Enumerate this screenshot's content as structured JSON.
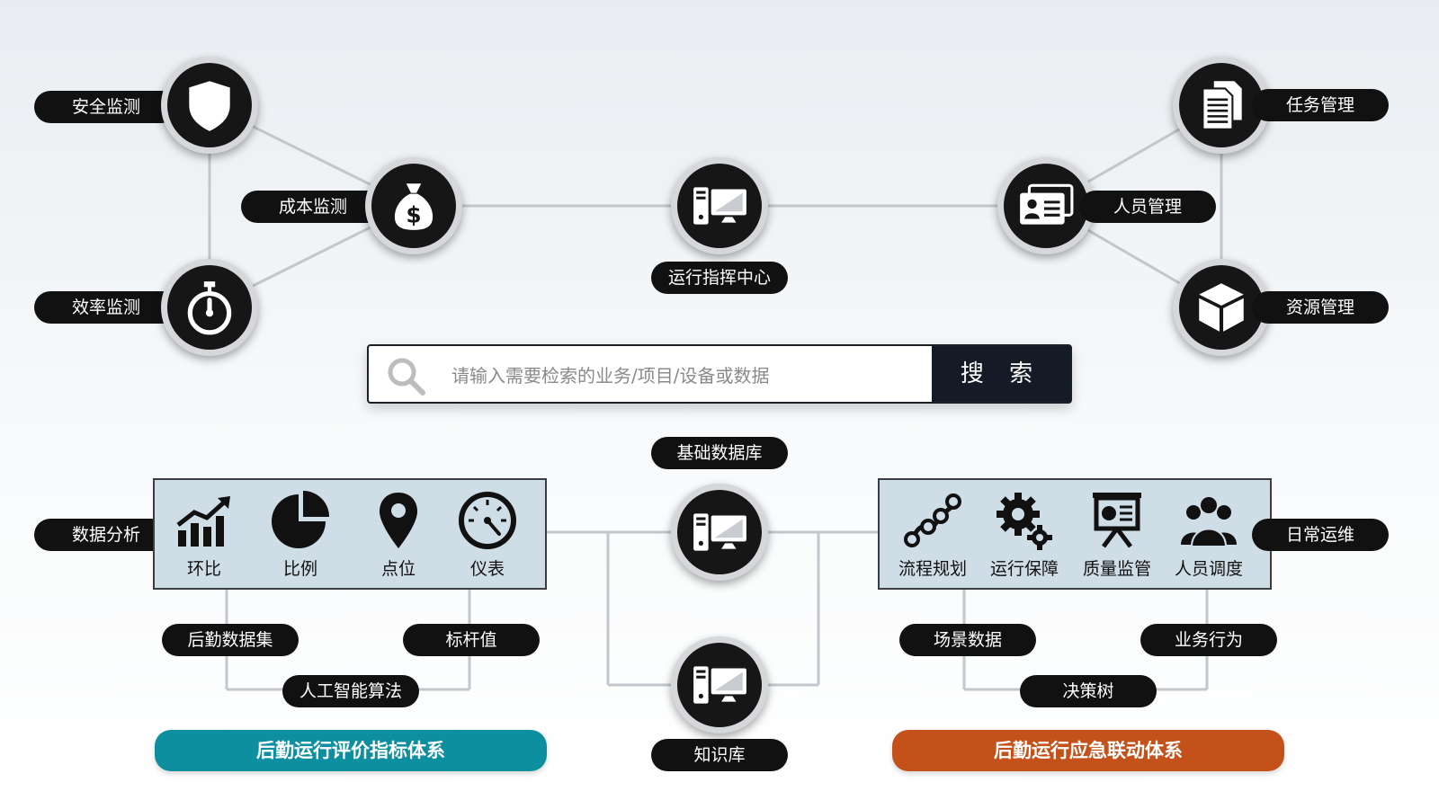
{
  "top_left": {
    "security": "安全监测",
    "cost": "成本监测",
    "efficiency": "效率监测"
  },
  "center": {
    "command": "运行指挥中心",
    "database": "基础数据库",
    "knowledge": "知识库"
  },
  "top_right": {
    "task": "任务管理",
    "personnel": "人员管理",
    "resource": "资源管理"
  },
  "search": {
    "placeholder": "请输入需要检索的业务/项目/设备或数据",
    "button_label": "搜 索"
  },
  "analysis": {
    "side_label": "数据分析",
    "items": [
      "环比",
      "比例",
      "点位",
      "仪表"
    ],
    "tag_dataset": "后勤数据集",
    "tag_benchmark": "标杆值",
    "tag_ai": "人工智能算法",
    "banner": "后勤运行评价指标体系",
    "banner_color": "#0e8fa0"
  },
  "operations": {
    "side_label": "日常运维",
    "items": [
      "流程规划",
      "运行保障",
      "质量监管",
      "人员调度"
    ],
    "tag_scene": "场景数据",
    "tag_behavior": "业务行为",
    "tag_tree": "决策树",
    "banner": "后勤运行应急联动体系",
    "banner_color": "#c4501a"
  },
  "colors": {
    "node_fill": "#161616",
    "node_ring": "#d5d7da",
    "connector": "#c3c6ca"
  }
}
